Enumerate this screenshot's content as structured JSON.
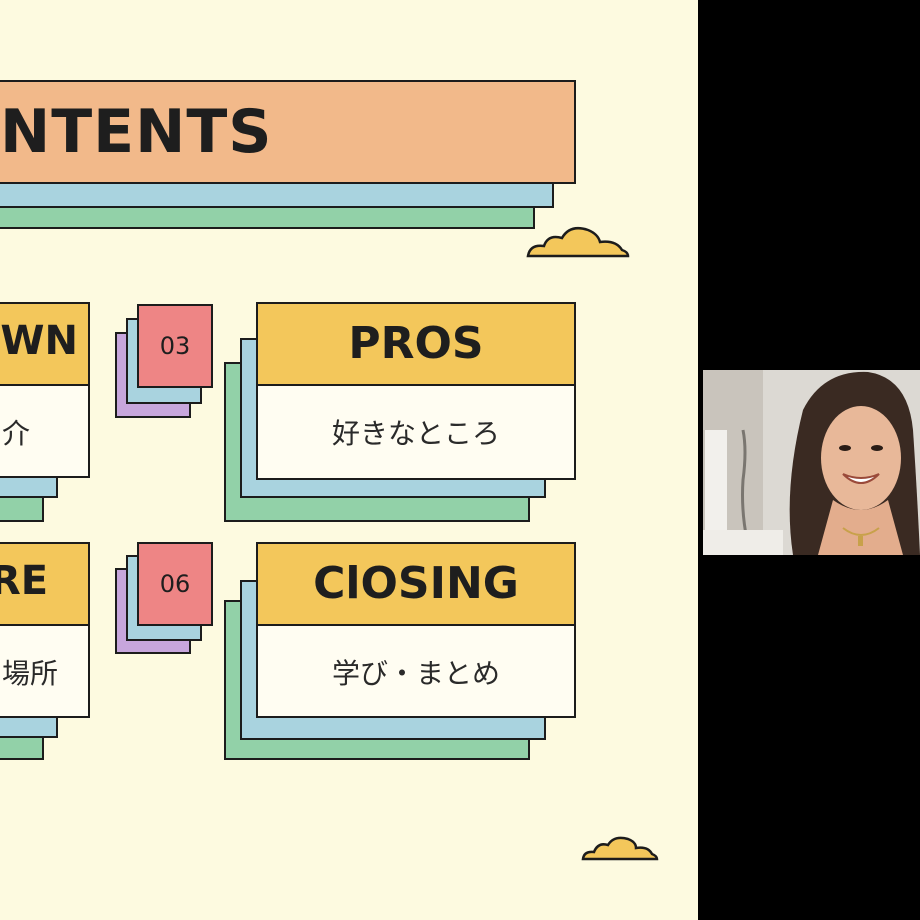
{
  "slide": {
    "title": "NTENTS",
    "colors": {
      "background": "#fdfae0",
      "orange": "#f2b98a",
      "blue": "#a9d3df",
      "green": "#92d1a8",
      "yellow": "#f3c75b",
      "pink": "#ee8585",
      "purple": "#c7a6dc"
    },
    "cards": [
      {
        "heading": "WN",
        "subtitle": "介"
      },
      {
        "number": "03",
        "heading": "PROS",
        "subtitle": "好きなところ"
      },
      {
        "heading": "RE",
        "subtitle": "場所"
      },
      {
        "number": "06",
        "heading": "ClOSING",
        "subtitle": "学び・まとめ"
      }
    ]
  },
  "webcam": {
    "icon": "presenter-video"
  }
}
